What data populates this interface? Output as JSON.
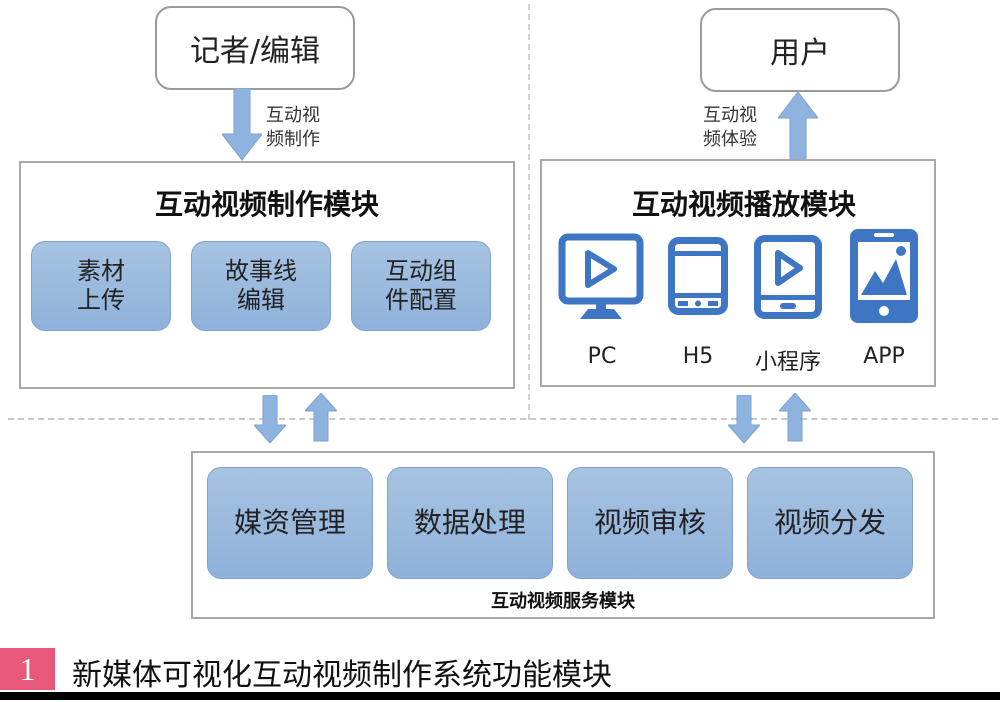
{
  "colors": {
    "arrow_fill": "#8db3de",
    "box_fill": "#9dbde2",
    "icon_blue": "#3e76c4",
    "caption_badge": "#e8587a",
    "panel_border": "#a8a8a8"
  },
  "actors": {
    "journalist": "记者/编辑",
    "user": "用户"
  },
  "arrows": {
    "production_label": "互动视\n频制作",
    "experience_label": "互动视\n频体验"
  },
  "production_module": {
    "title": "互动视频制作模块",
    "items": [
      {
        "label": "素材\n上传"
      },
      {
        "label": "故事线\n编辑"
      },
      {
        "label": "互动组\n件配置"
      }
    ]
  },
  "playback_module": {
    "title": "互动视频播放模块",
    "devices": [
      {
        "label": "PC",
        "icon": "monitor-play-icon"
      },
      {
        "label": "H5",
        "icon": "tablet-icon"
      },
      {
        "label": "小程序",
        "icon": "tablet-play-icon"
      },
      {
        "label": "APP",
        "icon": "phone-image-icon"
      }
    ]
  },
  "service_module": {
    "title": "互动视频服务模块",
    "items": [
      {
        "label": "媒资管理"
      },
      {
        "label": "数据处理"
      },
      {
        "label": "视频审核"
      },
      {
        "label": "视频分发"
      }
    ]
  },
  "caption": {
    "number": "1",
    "text": "新媒体可视化互动视频制作系统功能模块"
  }
}
